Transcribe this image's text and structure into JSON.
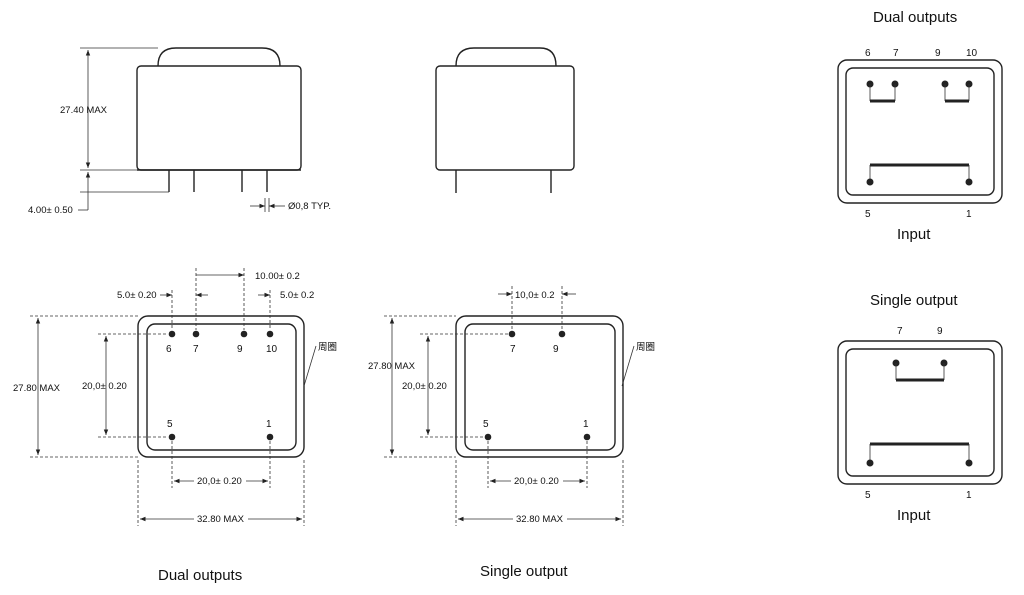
{
  "side_view": {
    "height_label": "27.40 MAX",
    "pin_length_label": "4.00± 0.50",
    "pin_dia_label": "Ø0,8 TYP."
  },
  "dual_bottom": {
    "pin_span_label": "10.00± 0.2",
    "left_pitch_label": "5.0± 0.20",
    "right_pitch_label": "5.0± 0.2",
    "height_label": "27.80 MAX",
    "row_label": "20,0± 0.20",
    "bottom_span_label": "20,0± 0.20",
    "width_label": "32.80 MAX",
    "callout_label": "周圈",
    "pins": {
      "p6": "6",
      "p7": "7",
      "p9": "9",
      "p10": "10",
      "p5": "5",
      "p1": "1"
    },
    "caption": "Dual outputs"
  },
  "single_bottom": {
    "pin_span_label": "10,0± 0.2",
    "height_label": "27.80 MAX",
    "row_label": "20,0± 0.20",
    "bottom_span_label": "20,0± 0.20",
    "width_label": "32.80 MAX",
    "callout_label": "周圈",
    "pins": {
      "p7": "7",
      "p9": "9",
      "p5": "5",
      "p1": "1"
    },
    "caption": "Single output"
  },
  "schematic_dual": {
    "title": "Dual outputs",
    "pins": {
      "p6": "6",
      "p7": "7",
      "p9": "9",
      "p10": "10",
      "p5": "5",
      "p1": "1"
    },
    "input_label": "Input"
  },
  "schematic_single": {
    "title": "Single output",
    "pins": {
      "p7": "7",
      "p9": "9",
      "p5": "5",
      "p1": "1"
    },
    "input_label": "Input"
  }
}
